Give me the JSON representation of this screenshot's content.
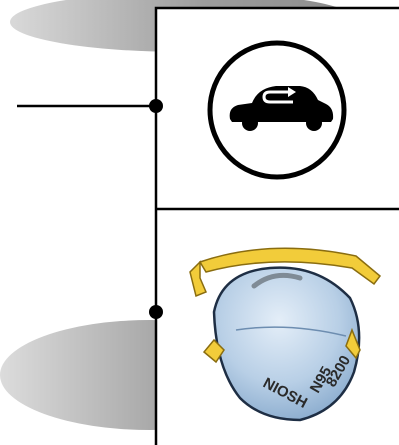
{
  "panels": [
    {
      "icon": "car-air-recirculation-icon"
    },
    {
      "icon": "n95-respirator-mask-icon"
    }
  ],
  "mask": {
    "brand_text": "N95",
    "model_text": "8200",
    "approval_text": "NIOSH"
  },
  "colors": {
    "line": "#000000",
    "shadow": "#9a9a9a",
    "mask_fill": "#bcd3ea",
    "mask_shade": "#7fa3c8",
    "strap": "#f2cc3a",
    "strap_stroke": "#8a6d10"
  }
}
